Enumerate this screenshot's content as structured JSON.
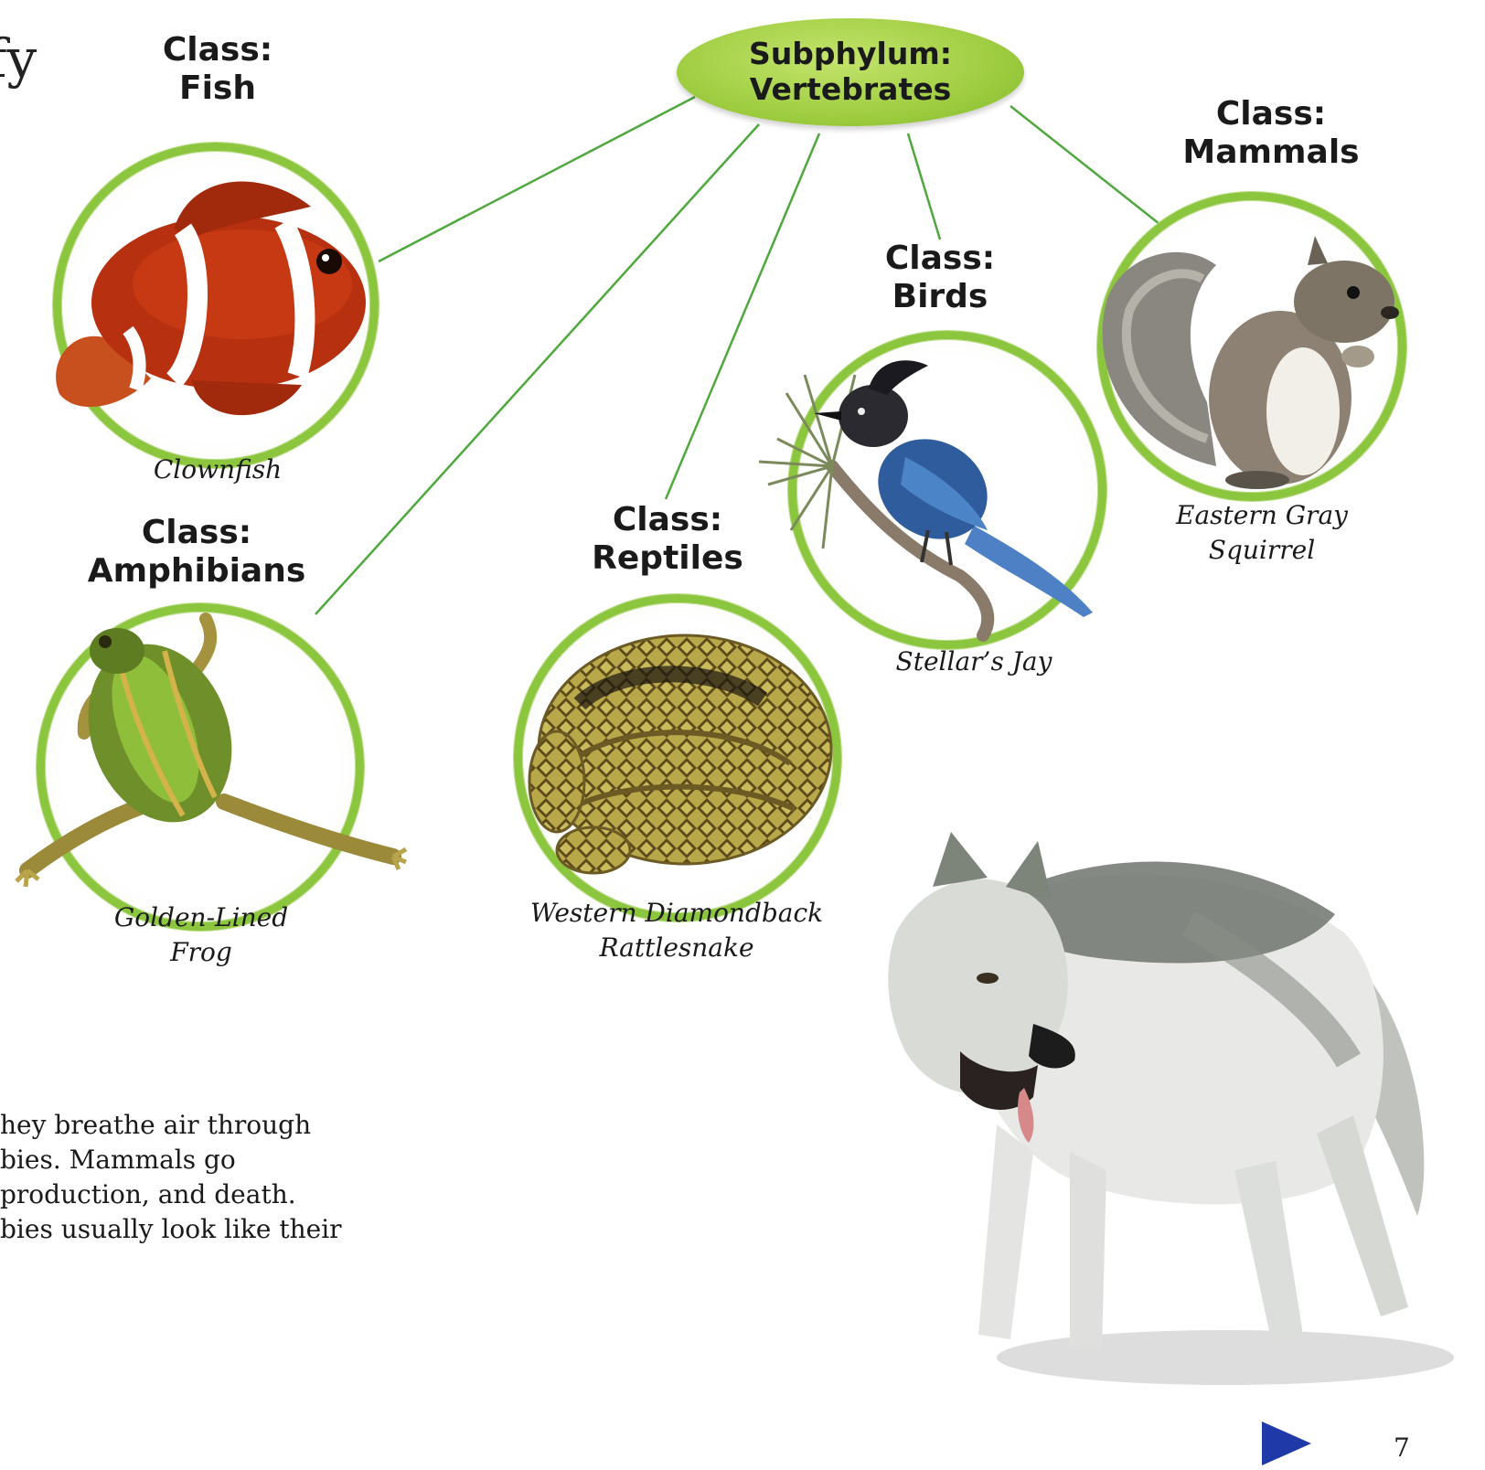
{
  "heading_fragment": "fy",
  "hub": {
    "line1": "Subphylum:",
    "line2": "Vertebrates"
  },
  "classes": {
    "fish": {
      "line1": "Class:",
      "line2": "Fish",
      "caption": [
        "Clownfish"
      ],
      "animal_icon": "clownfish-icon"
    },
    "amphibians": {
      "line1": "Class:",
      "line2": "Amphibians",
      "caption": [
        "Golden-Lined",
        "Frog"
      ],
      "animal_icon": "frog-icon"
    },
    "reptiles": {
      "line1": "Class:",
      "line2": "Reptiles",
      "caption": [
        "Western Diamondback",
        "Rattlesnake"
      ],
      "animal_icon": "rattlesnake-icon"
    },
    "birds": {
      "line1": "Class:",
      "line2": "Birds",
      "caption": [
        "Stellar’s Jay"
      ],
      "animal_icon": "jay-icon"
    },
    "mammals": {
      "line1": "Class:",
      "line2": "Mammals",
      "caption": [
        "Eastern Gray",
        "Squirrel"
      ],
      "animal_icon": "squirrel-icon"
    }
  },
  "body_text": [
    "hey breathe air through",
    "bies. Mammals go",
    "production, and death.",
    "bies usually look like their"
  ],
  "page_number": "7",
  "next_icon": "play-arrow-icon",
  "colors": {
    "ring": "#8cc63f",
    "hub": "#9ccb3e",
    "connector": "#4fa83d",
    "arrow": "#1f3aa8"
  }
}
